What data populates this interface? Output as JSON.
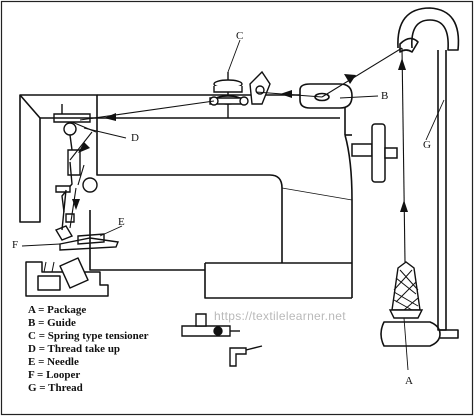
{
  "labels": {
    "A": "A",
    "B": "B",
    "C": "C",
    "D": "D",
    "E": "E",
    "F": "F",
    "G": "G"
  },
  "legend": [
    "A = Package",
    "B = Guide",
    "C = Spring type tensioner",
    "D = Thread take up",
    "E = Needle",
    "F = Looper",
    "G = Thread"
  ],
  "watermark": "https://textilelearner.net"
}
